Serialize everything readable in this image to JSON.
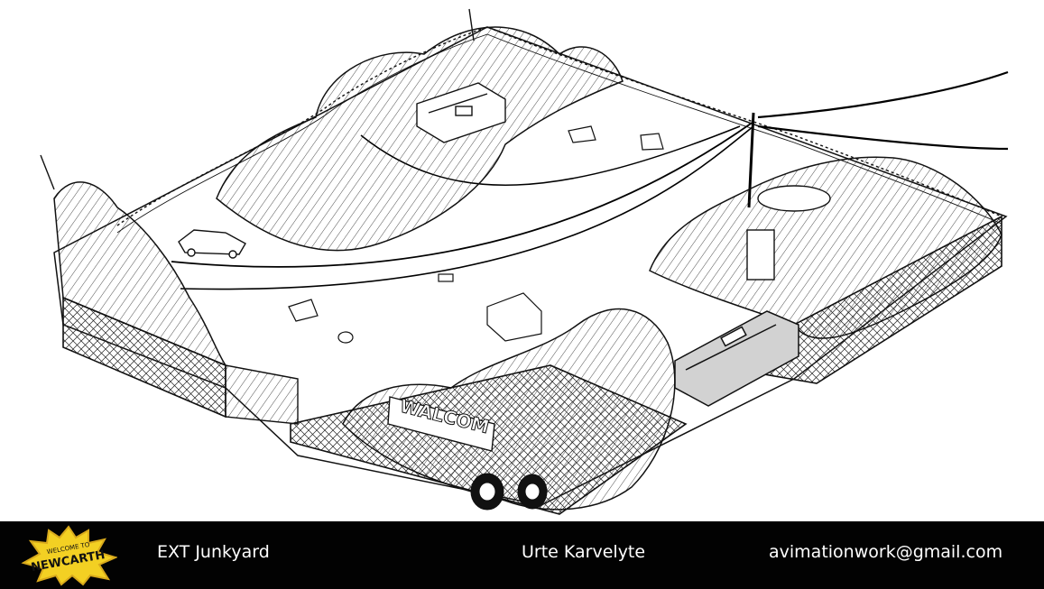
{
  "footer": {
    "logo_text_top": "WELCOME TO",
    "logo_text_main": "NEWCARTH",
    "scene_title": "EXT Junkyard",
    "artist": "Urte Karvelyte",
    "email": "avimationwork@gmail.com"
  },
  "artwork": {
    "sign_text": "WALCOM"
  },
  "colors": {
    "footer_bg": "#020202",
    "logo_fill": "#f3d023",
    "logo_outline": "#d8a91c",
    "ink": "#111111"
  }
}
